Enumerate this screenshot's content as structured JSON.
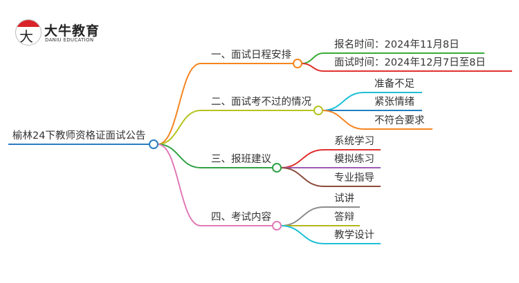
{
  "logo": {
    "name": "大牛教育",
    "subtitle": "DANIU EDUCATION",
    "mark": "大牛"
  },
  "root": {
    "label": "榆林24下教师资格证面试公告",
    "color": "#2a7bbf"
  },
  "branches": [
    {
      "label": "一、面试日程安排",
      "color": "#f5841f",
      "children": [
        {
          "label": "报名时间：2024年11月8日",
          "color": "#3aaa35"
        },
        {
          "label": "面试时间：2024年12月7日至8日",
          "color": "#e0312f"
        }
      ]
    },
    {
      "label": "二、面试考不过的情况",
      "color": "#b5c31d",
      "children": [
        {
          "label": "准备不足",
          "color": "#1fbfd6"
        },
        {
          "label": "紧张情绪",
          "color": "#1f7fc1"
        },
        {
          "label": "不符合要求",
          "color": "#f5841f"
        }
      ]
    },
    {
      "label": "三、报班建议",
      "color": "#2ea043",
      "children": [
        {
          "label": "系统学习",
          "color": "#e0312f"
        },
        {
          "label": "模拟练习",
          "color": "#9b59b6"
        },
        {
          "label": "专业指导",
          "color": "#8b4a3c"
        }
      ]
    },
    {
      "label": "四、考试内容",
      "color": "#e07ab8",
      "children": [
        {
          "label": "试讲",
          "color": "#8c8c8c"
        },
        {
          "label": "答辩",
          "color": "#b5b51d"
        },
        {
          "label": "教学设计",
          "color": "#1fbfd6"
        }
      ]
    }
  ]
}
